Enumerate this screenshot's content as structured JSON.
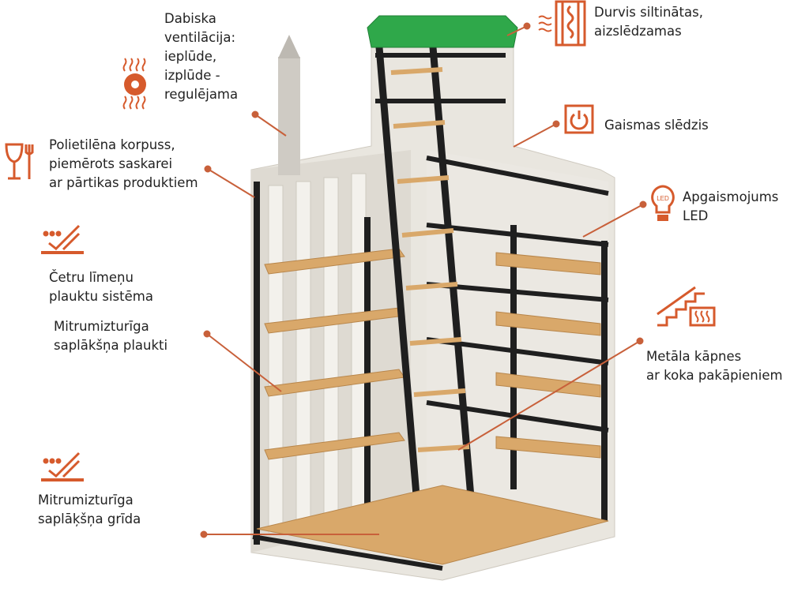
{
  "colors": {
    "accent": "#d65a2c",
    "text": "#222222",
    "shelf": "#d9a86a",
    "lid": "#2fa84a",
    "wall": "#e9e6df",
    "rail": "#1f1f1f"
  },
  "labels": {
    "ventilation": "Dabiska\nventilācija:\niеplūde,\nizplūde -\nregulējama",
    "body": "Polietilēna korpuss,\npiemērots saskarei\nar pārtikas produktiem",
    "shelf_system": "Četru līmeņu\nplauktu sistēma",
    "shelves": "Mitrumizturīga\nsaplākšņa plaukti",
    "floor": "Mitrumizturīga\nsaplāķšņa grīda",
    "door": "Durvis siltinātas,\naizslēdzamas",
    "switch": "Gaismas slēdzis",
    "lighting": "Apgaismojums\n LED",
    "stairs": "Metāla kāpnes\nar koka pakāpieniem",
    "led_icon_text": "LED"
  },
  "icons": [
    "fan-icon",
    "food-safe-icon",
    "moisture-plywood-icon",
    "door-insulated-icon",
    "power-switch-icon",
    "led-bulb-icon",
    "stairs-heating-icon"
  ]
}
